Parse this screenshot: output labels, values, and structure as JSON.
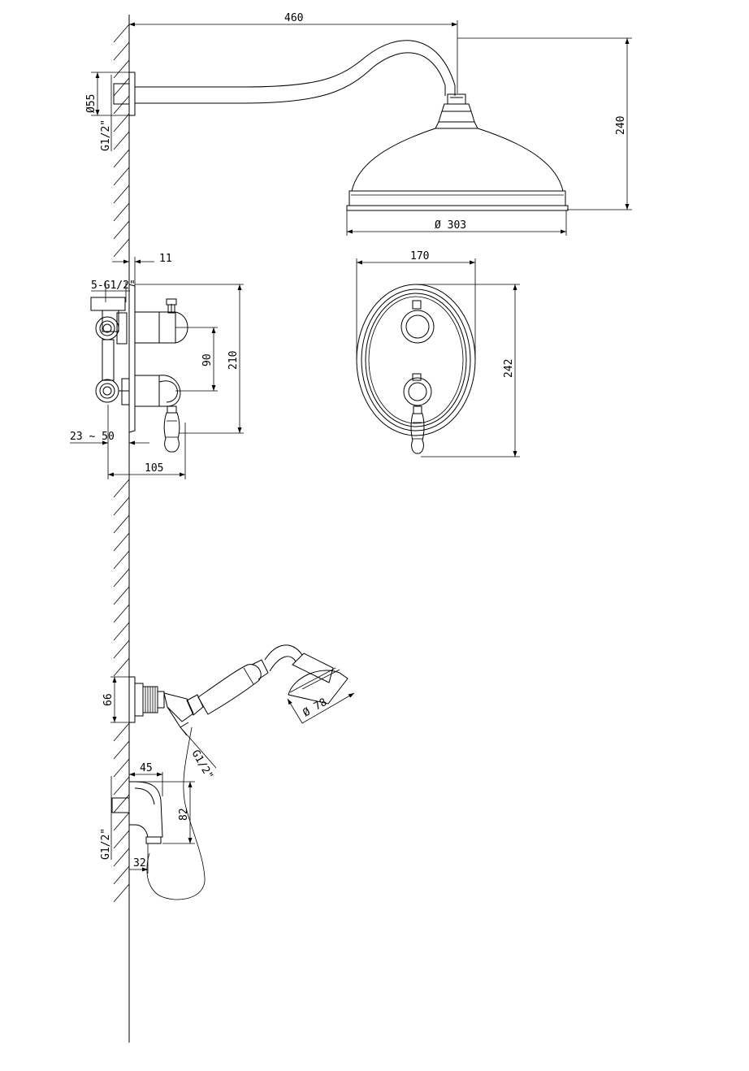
{
  "shower_head": {
    "arm_length": "460",
    "flange_diameter": "Ø55",
    "flange_thread": "G1/2\"",
    "height": "240",
    "rose_diameter": "Ø 303"
  },
  "mixer": {
    "wall_offset": "11",
    "connections": "5-G1/2\"",
    "handle_spacing": "90",
    "body_height": "210",
    "install_depth": "23 ~ 50",
    "projection": "105",
    "plate_width": "170",
    "plate_height": "242"
  },
  "hand_shower": {
    "outlet_height": "66",
    "hose_thread": "G1/2\"",
    "head_diameter": "Ø 78"
  },
  "spout": {
    "projection": "45",
    "height": "82",
    "thread": "G1/2\"",
    "outlet_diameter": "32"
  }
}
